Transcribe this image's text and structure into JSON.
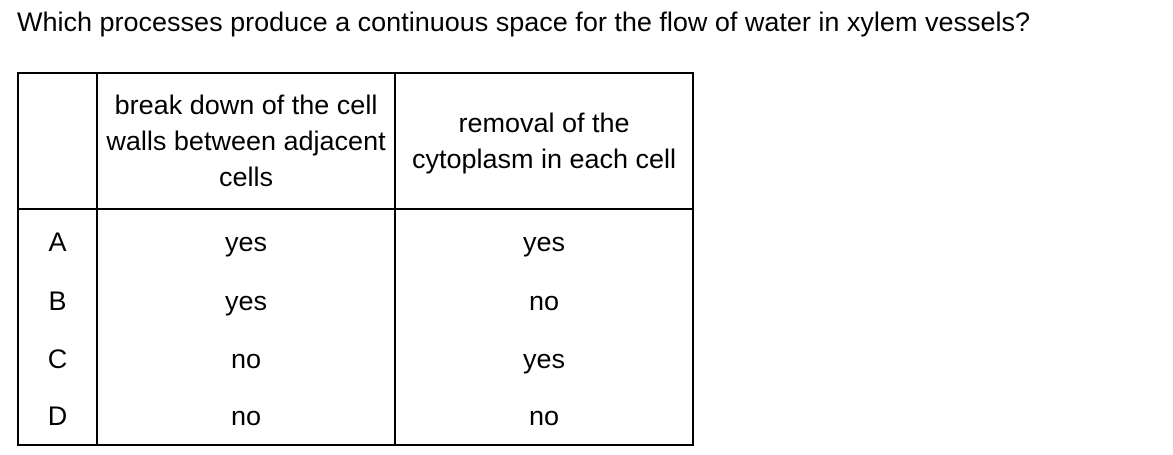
{
  "question": "Which processes produce a continuous space for the flow of water in xylem vessels?",
  "table": {
    "headers": [
      "",
      "break down of the cell walls between adjacent cells",
      "removal of the cytoplasm in each cell"
    ],
    "rows": [
      {
        "letter": "A",
        "col1": "yes",
        "col2": "yes"
      },
      {
        "letter": "B",
        "col1": "yes",
        "col2": "no"
      },
      {
        "letter": "C",
        "col1": "no",
        "col2": "yes"
      },
      {
        "letter": "D",
        "col1": "no",
        "col2": "no"
      }
    ]
  }
}
